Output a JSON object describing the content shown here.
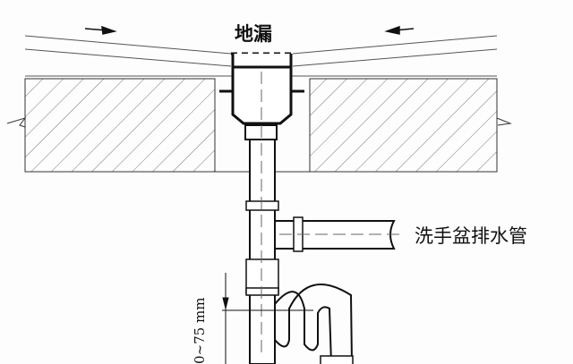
{
  "labels": {
    "floor_drain": "地漏",
    "basin_drain_pipe": "洗手盆排水管",
    "dimension": "0~75 mm"
  },
  "colors": {
    "line": "#111111",
    "hatch": "#777777"
  }
}
